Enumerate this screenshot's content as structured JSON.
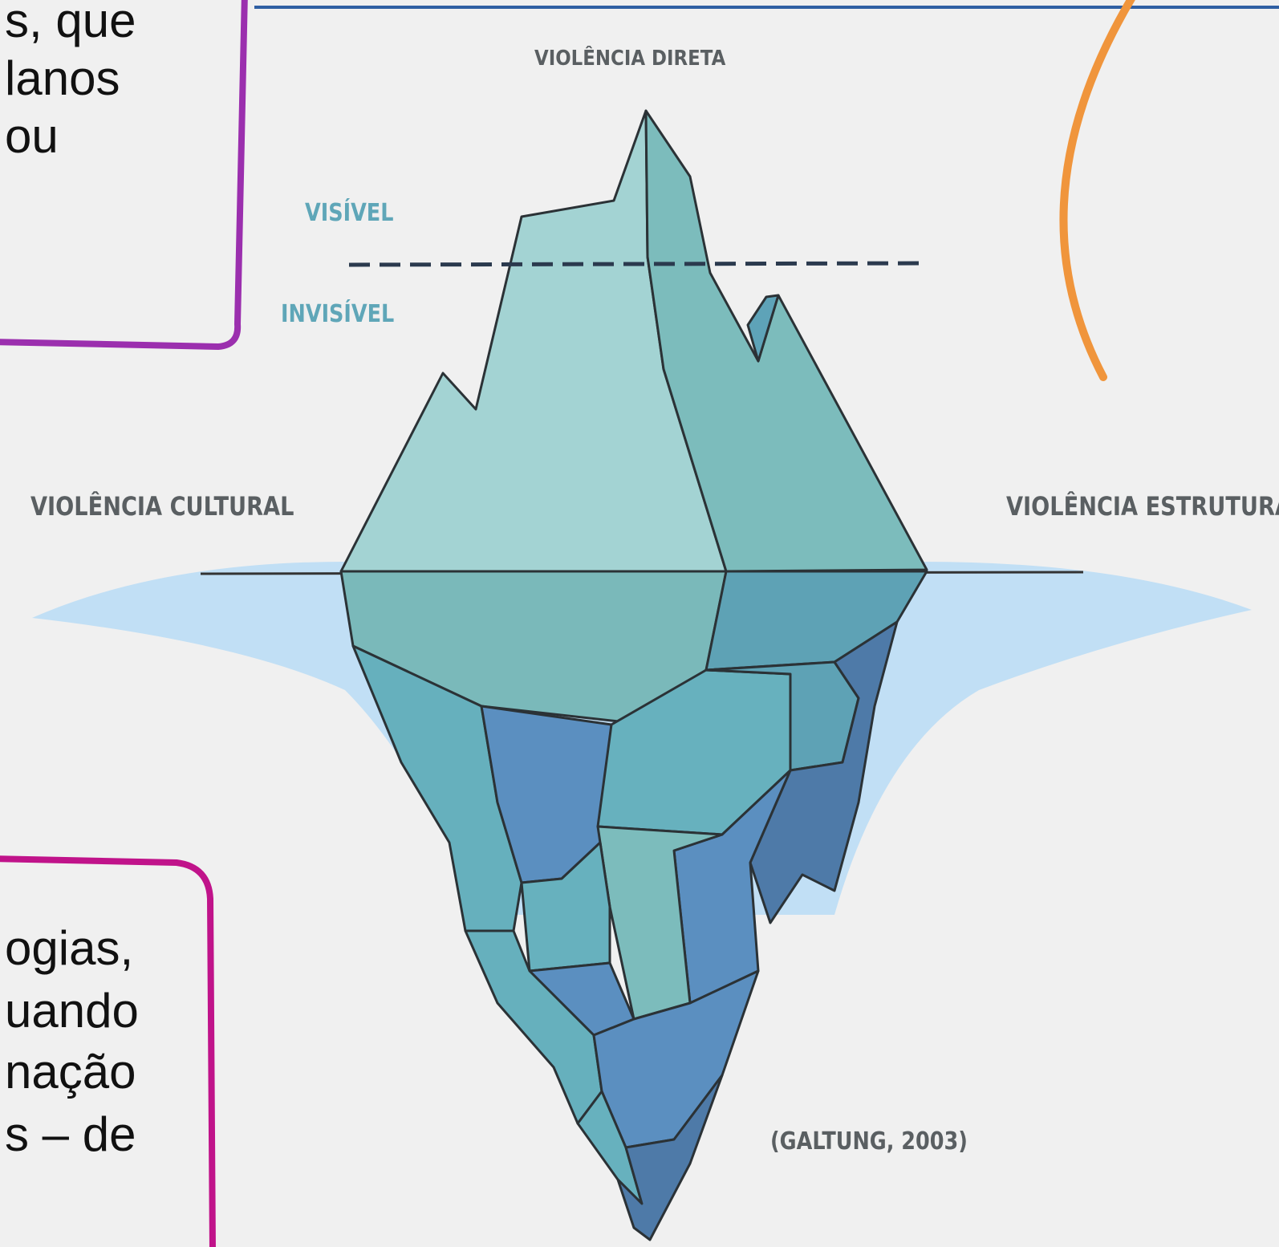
{
  "labels": {
    "direta": "VIOLÊNCIA DIRETA",
    "visivel": "VISÍVEL",
    "invisivel": "INVISÍVEL",
    "cultural": "VIOLÊNCIA CULTURAL",
    "estrutural": "VIOLÊNCIA ESTRUTURAL",
    "citation": "(GALTUNG, 2003)"
  },
  "text_fragments": {
    "top": [
      "s, que",
      "lanos",
      "ou"
    ],
    "bottom": [
      "ogias,",
      "uando",
      "nação",
      "s – de"
    ]
  },
  "colors": {
    "background": "#f0f0f0",
    "purple_box_border": "#9b2fae",
    "magenta_box_border": "#c0138a",
    "orange_arc": "#f0953c",
    "top_line": "#2f5fa3",
    "water": "#b9dcf6",
    "ice_light": "#a3d3d3",
    "ice_mid": "#7cbcbc",
    "ice_blue": "#5b8fc0",
    "ice_dark": "#4e7aa8"
  }
}
